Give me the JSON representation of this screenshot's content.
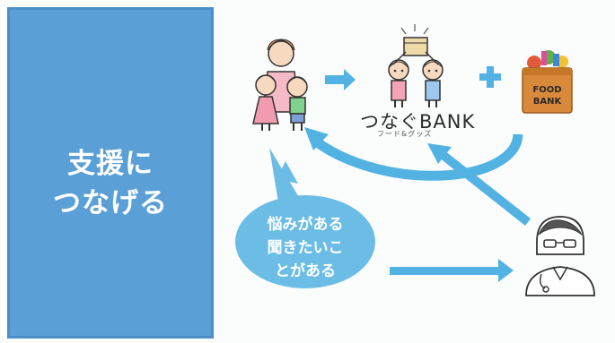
{
  "panel": {
    "line1": "支援に",
    "line2": "つなげる"
  },
  "bank": {
    "name": "つなぐBANK",
    "subtitle": "フード&グッズ"
  },
  "food_box": {
    "line1": "FOOD",
    "line2": "BANK"
  },
  "bubble": {
    "line1": "悩みがある",
    "line2": "聞きたいこ",
    "line3": "とがある"
  },
  "colors": {
    "panel": "#5aa0d6",
    "arrow": "#52b3e3",
    "bubble": "#6bbde6"
  },
  "icons": [
    "family-icon",
    "kids-holding-box-icon",
    "plus-icon",
    "food-bank-box-icon",
    "doctor-icon"
  ]
}
